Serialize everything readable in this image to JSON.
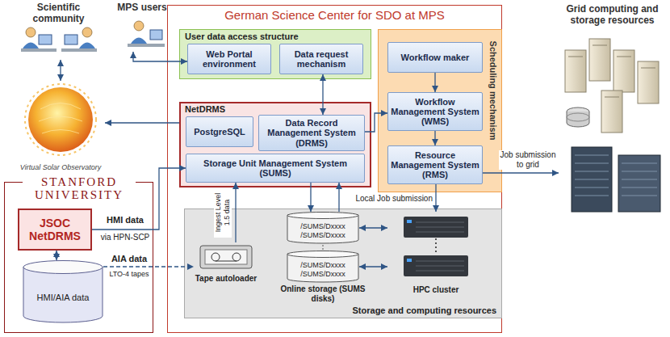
{
  "diagram": {
    "nodes": [
      {
        "text": [
          "Scientific community"
        ]
      },
      {
        "text": [
          "MPS users"
        ]
      },
      {
        "text": [
          "Virtual Solar Observatory"
        ]
      },
      {
        "text": [
          "STANFORD UNIVERSITY"
        ]
      },
      {
        "text": [
          "JSOC NetDRMS"
        ],
        "in": 3
      },
      {
        "text": [
          "HMI/AIA data"
        ],
        "in": 3
      },
      {
        "text": [
          "German Science Center for SDO at MPS"
        ]
      },
      {
        "text": [
          "User data access structure"
        ],
        "in": 6
      },
      {
        "text": [
          "Web Portal environment"
        ],
        "in": 7
      },
      {
        "text": [
          "Data request mechanism"
        ],
        "in": 7
      },
      {
        "text": [
          "NetDRMS"
        ],
        "in": 6
      },
      {
        "text": [
          "PostgreSQL"
        ],
        "in": 10
      },
      {
        "text": [
          "Data Record Management System (DRMS)"
        ],
        "in": 10
      },
      {
        "text": [
          "Storage Unit Management System (SUMS)"
        ],
        "in": 10
      },
      {
        "text": [
          "Storage and computing resources"
        ],
        "in": 6
      },
      {
        "text": [
          "Tape autoloader"
        ],
        "in": 14
      },
      {
        "text": [
          "/SUMS/Dxxxx",
          "/SUMS/Dxxxx"
        ],
        "in": 14
      },
      {
        "text": [
          "/SUMS/Dxxxx",
          "/SUMS/Dxxxx",
          "Online storage (SUMS disks)"
        ],
        "in": 14
      },
      {
        "text": [
          "HPC cluster"
        ],
        "in": 14
      },
      {
        "text": [
          "Scheduling mechanism"
        ],
        "in": 6
      },
      {
        "text": [
          "Workflow maker"
        ],
        "in": 19
      },
      {
        "text": [
          "Workflow Management System (WMS)"
        ],
        "in": 19
      },
      {
        "text": [
          "Resource Management System (RMS)"
        ],
        "in": 19
      },
      {
        "text": [
          "Grid computing and storage resources"
        ]
      }
    ],
    "edges": [
      {
        "from": 0,
        "to": 2,
        "arrow": "both"
      },
      {
        "from": 1,
        "to": 8,
        "arrow": "both"
      },
      {
        "from": 10,
        "to": 2,
        "arrow": "to"
      },
      {
        "from": 9,
        "to": 12,
        "arrow": "both"
      },
      {
        "from": 12,
        "to": 21,
        "arrow": "to"
      },
      {
        "from": 20,
        "to": 21,
        "arrow": "to"
      },
      {
        "from": 21,
        "to": 22,
        "arrow": "to"
      },
      {
        "from": 22,
        "to": 23,
        "arrow": "to",
        "label": "Job submission to grid"
      },
      {
        "from": 22,
        "to": 18,
        "arrow": "to",
        "label": "Local Job submission"
      },
      {
        "from": 4,
        "to": 13,
        "arrow": "to",
        "label": "HMI data"
      },
      {
        "from": 5,
        "to": 4,
        "arrow": "both"
      },
      {
        "from": 5,
        "to": 15,
        "arrow": "to",
        "label": "AIA data"
      },
      {
        "from": 15,
        "to": 13,
        "arrow": "to",
        "label": "Ingest Level 1.5 data"
      },
      {
        "from": 13,
        "to": 16,
        "arrow": "to"
      },
      {
        "from": 16,
        "to": 13,
        "arrow": "to"
      },
      {
        "from": 16,
        "to": 18,
        "arrow": "both"
      },
      {
        "from": 17,
        "to": 18,
        "arrow": "both"
      }
    ],
    "labels": [
      "via HPN-SCP",
      "LTO-4 tapes"
    ]
  }
}
